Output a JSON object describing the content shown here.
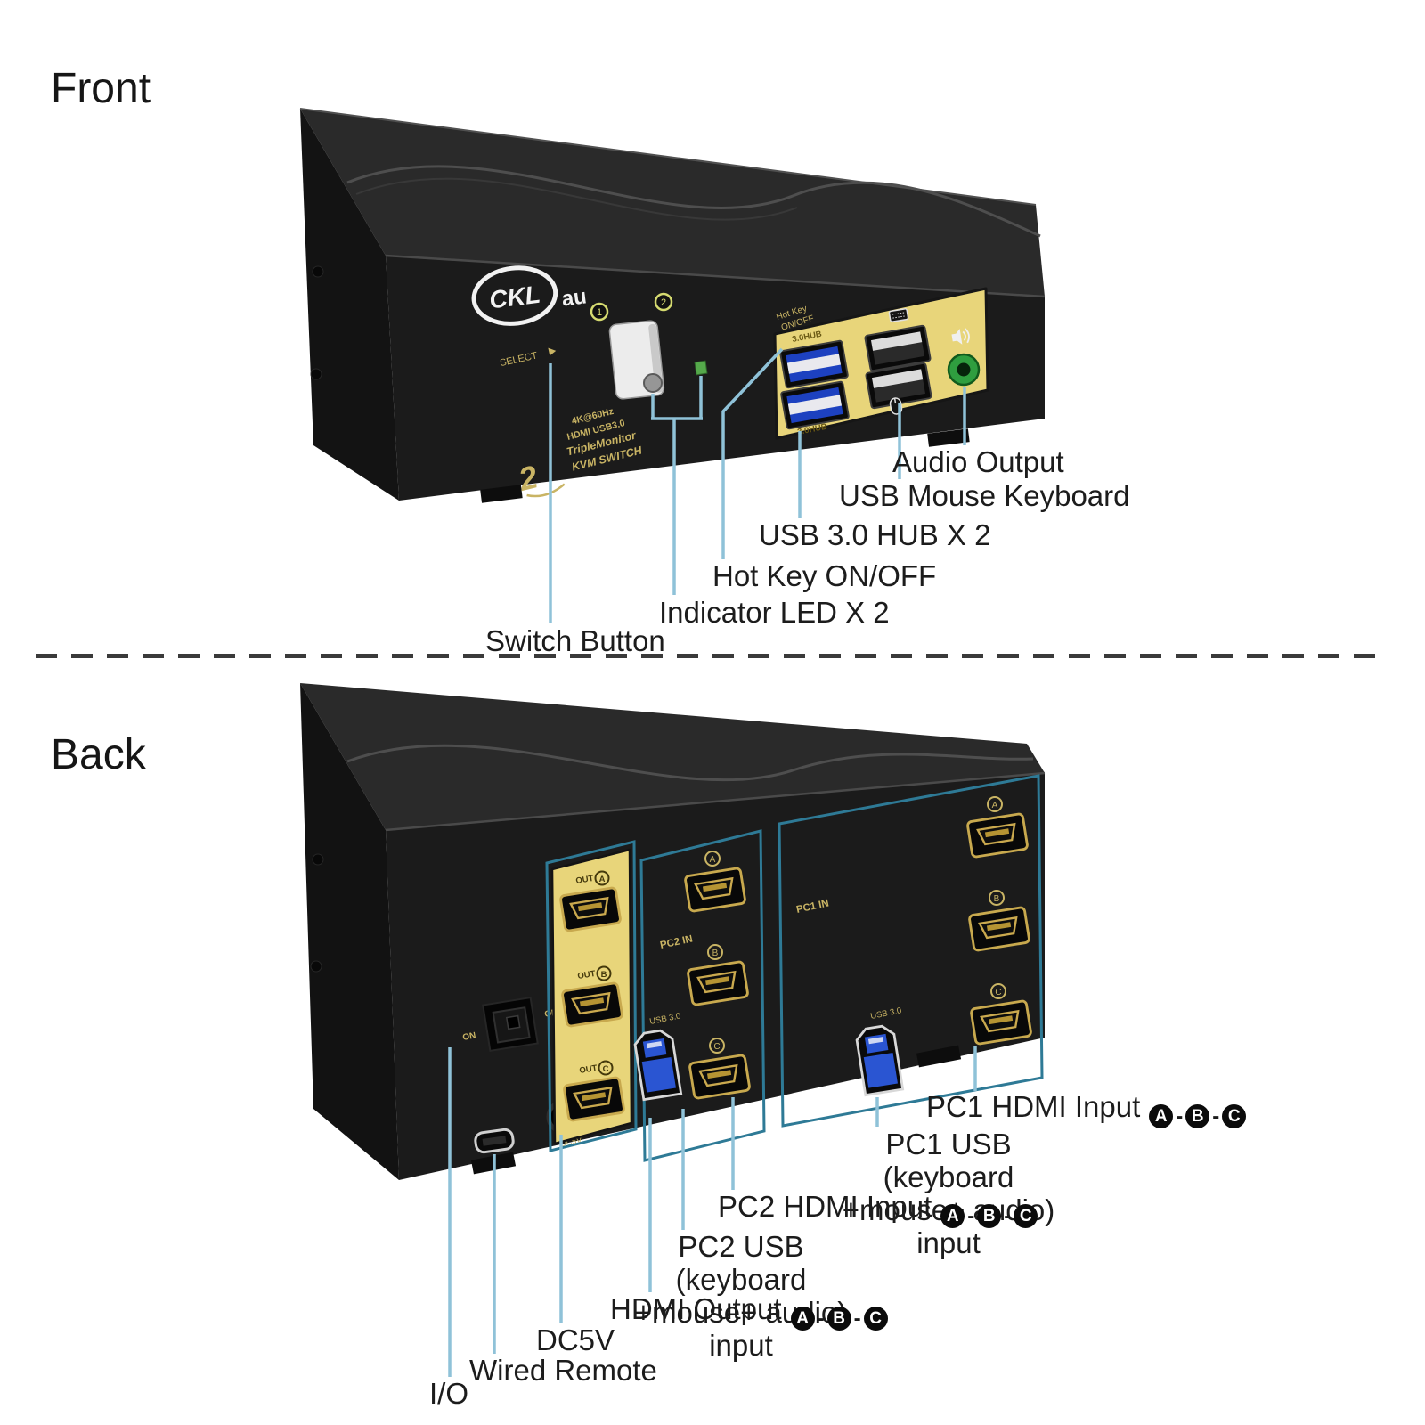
{
  "ui": {
    "letters": [
      "A",
      "B",
      "C"
    ],
    "dash": "-"
  },
  "headings": {
    "front": "Front",
    "back": "Back"
  },
  "front_device": {
    "logo": "CKL",
    "logo_suffix": "au",
    "select_label": "SELECT",
    "button_numbers": [
      "1",
      "2"
    ],
    "hotkey_line1": "Hot Key",
    "hotkey_line2": "ON/OFF",
    "hub_label": "3.0HUB",
    "side_lines": [
      "4K@60Hz",
      "HDMI USB3.0",
      "TripleMonitor",
      "KVM SWITCH"
    ],
    "side_number": "2"
  },
  "front_callouts": {
    "audio_output": "Audio Output",
    "usb_mouse_keyboard": "USB Mouse Keyboard",
    "usb_hub": "USB 3.0 HUB X 2",
    "hot_key": "Hot Key ON/OFF",
    "indicator_led": "Indicator LED X 2",
    "switch_button": "Switch Button"
  },
  "back_device": {
    "on_label": "ON",
    "off_label": "OFF",
    "out_label": "OUT",
    "pc2_label": "PC2 IN",
    "pc1_label": "PC1 IN",
    "usb3_label": "USB 3.0",
    "dc_label": "DC5V"
  },
  "back_callouts": {
    "pc1_hdmi": "PC1 HDMI Input",
    "pc1_usb_line1": "PC1 USB (keyboard",
    "pc1_usb_line2": "+mouse+ audio) input",
    "pc2_hdmi": "PC2 HDMI Input",
    "pc2_usb_line1": "PC2 USB (keyboard",
    "pc2_usb_line2": "+mouse+ audio) input",
    "hdmi_output": "HDMI Output",
    "dc5v": "DC5V",
    "wired_remote": "Wired Remote",
    "io": "I/O"
  },
  "colors": {
    "callout_line": "#8fc2d8",
    "panel_yellow": "#e8d57a",
    "usb3_blue": "#1d41c0",
    "audio_green": "#2f9e3f",
    "gold_text": "#c9b464",
    "teal_outline": "#2e7a96",
    "label_text": "#1c1c1c"
  }
}
